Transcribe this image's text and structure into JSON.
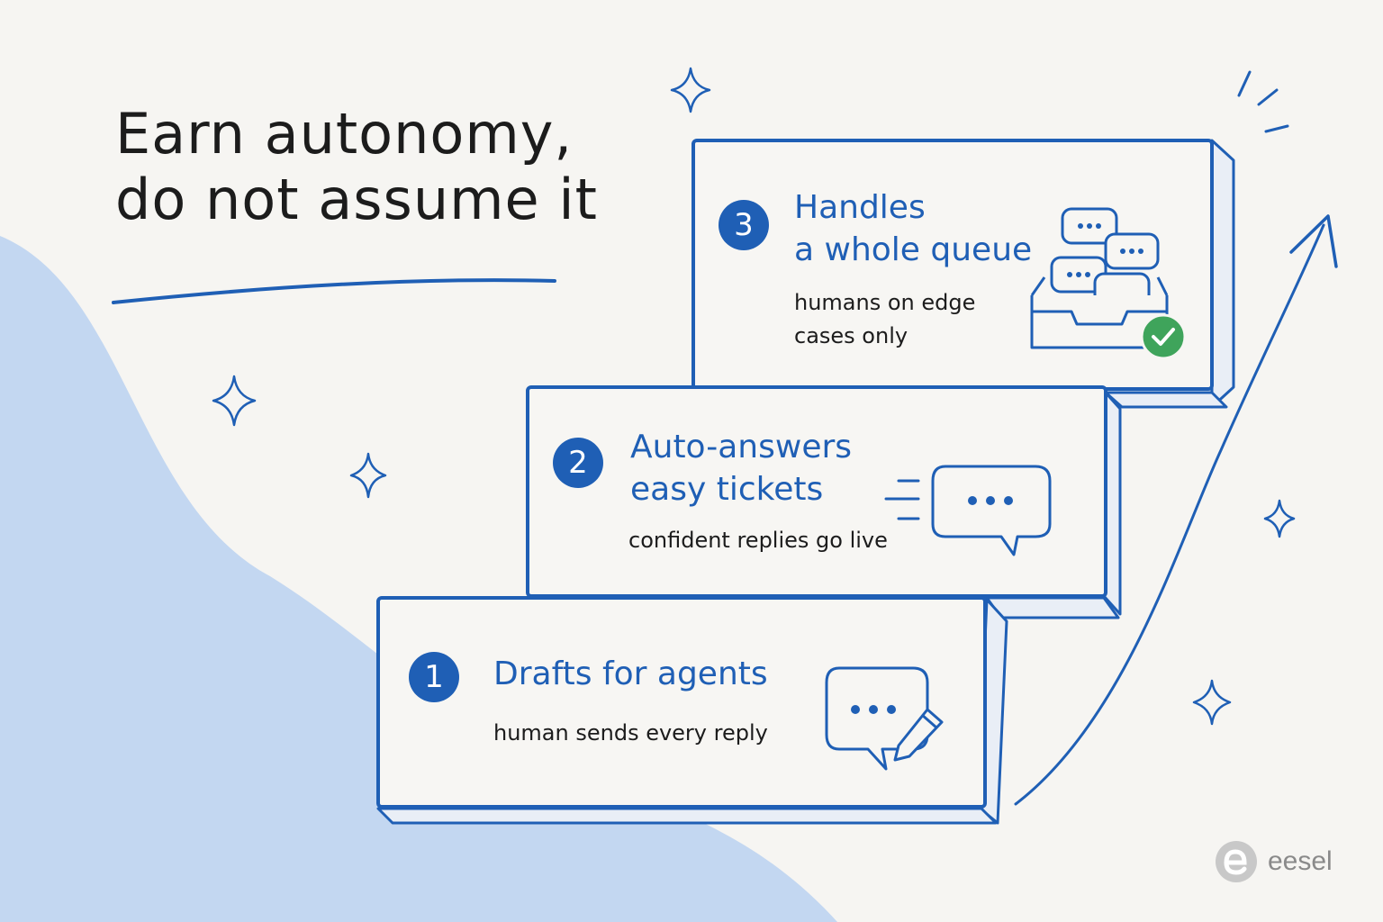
{
  "title": {
    "line1": "Earn autonomy,",
    "line2": "do not assume it"
  },
  "steps": [
    {
      "number": "1",
      "title": [
        "Drafts for agents"
      ],
      "subtitle": [
        "human sends every reply"
      ],
      "icon": "chat-pencil-icon"
    },
    {
      "number": "2",
      "title": [
        "Auto-answers",
        "easy tickets"
      ],
      "subtitle": [
        "confident replies go live"
      ],
      "icon": "fast-chat-icon"
    },
    {
      "number": "3",
      "title": [
        "Handles",
        "a whole queue"
      ],
      "subtitle": [
        "humans on edge",
        "cases only"
      ],
      "icon": "inbox-queue-check-icon"
    }
  ],
  "brand": {
    "name": "eesel",
    "logo": "eesel-logo-icon"
  },
  "colors": {
    "accent": "#1f5fb5",
    "wave": "#c3d7f1",
    "check": "#3fa45b",
    "background": "#f6f5f2"
  }
}
